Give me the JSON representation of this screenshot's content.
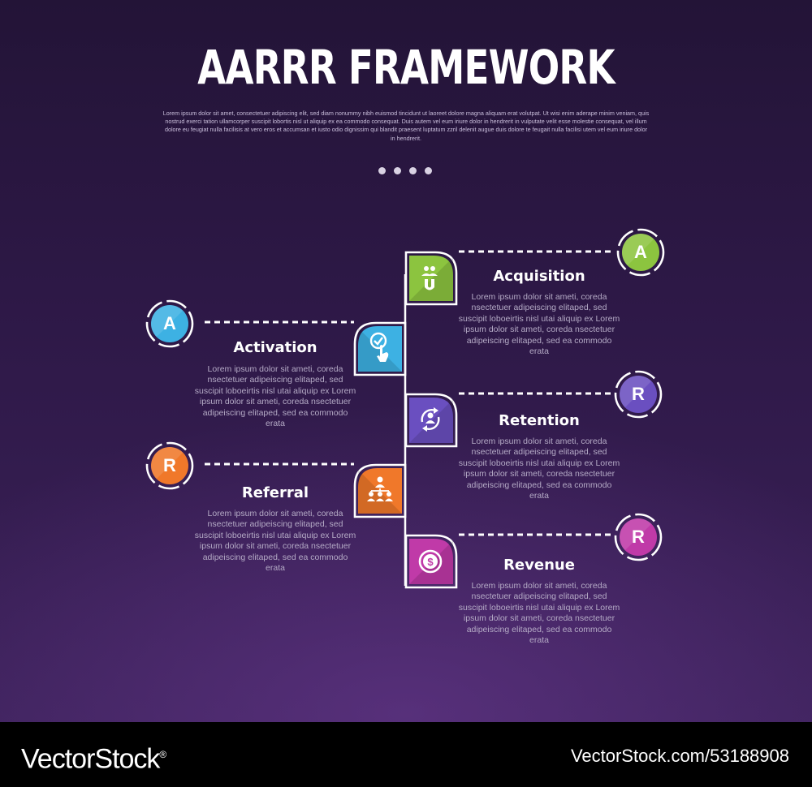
{
  "header": {
    "title": "AARRR FRAMEWORK",
    "subtitle": "Lorem ipsum dolor sit amet, consectetuer adipiscing elit, sed diam nonummy nibh euismod tincidunt ut laoreet dolore magna aliquam erat volutpat. Ut wisi enim aderape minim veniam, quis nostrud exerci tation ullamcorper suscipit lobortis nisl ut aliquip ex ea commodo consequat. Duis autem vel eum iriure dolor in hendrerit in vulputate velit esse molestie consequat, vel illum dolore eu feugiat nulla facilisis at vero eros et accumsan et iusto odio dignissim qui blandit praesent luptatum zzril delenit augue duis dolore te feugait nulla facilisi utem vel eum iriure dolor in hendrerit."
  },
  "stages": [
    {
      "key": "acquisition",
      "letter": "A",
      "title": "Acquisition",
      "body": "Lorem ipsum dolor sit ameti, coreda nsectetuer adipeiscing elitaped, sed suscipit loboeirtis nisl utai aliquip ex Lorem ipsum dolor sit ameti, coreda nsectetuer adipeiscing elitaped, sed ea commodo erata",
      "color": "#8cc43f",
      "icon": "magnet-users-icon"
    },
    {
      "key": "activation",
      "letter": "A",
      "title": "Activation",
      "body": "Lorem ipsum dolor sit ameti, coreda nsectetuer adipeiscing elitaped, sed suscipit loboeirtis nisl utai aliquip ex Lorem ipsum dolor sit ameti, coreda nsectetuer adipeiscing elitaped, sed ea commodo erata",
      "color": "#3db1e3",
      "icon": "touch-check-icon"
    },
    {
      "key": "retention",
      "letter": "R",
      "title": "Retention",
      "body": "Lorem ipsum dolor sit ameti, coreda nsectetuer adipeiscing elitaped, sed suscipit loboeirtis nisl utai aliquip ex Lorem ipsum dolor sit ameti, coreda nsectetuer adipeiscing elitaped, sed ea commodo erata",
      "color": "#6a4fc0",
      "icon": "user-cycle-icon"
    },
    {
      "key": "referral",
      "letter": "R",
      "title": "Referral",
      "body": "Lorem ipsum dolor sit ameti, coreda nsectetuer adipeiscing elitaped, sed suscipit loboeirtis nisl utai aliquip ex Lorem ipsum dolor sit ameti, coreda nsectetuer adipeiscing elitaped, sed ea commodo erata",
      "color": "#f0782a",
      "icon": "network-users-icon"
    },
    {
      "key": "revenue",
      "letter": "R",
      "title": "Revenue",
      "body": "Lorem ipsum dolor sit ameti, coreda nsectetuer adipeiscing elitaped, sed suscipit loboeirtis nisl utai aliquip ex Lorem ipsum dolor sit ameti, coreda nsectetuer adipeiscing elitaped, sed ea commodo erata",
      "color": "#c03aa8",
      "icon": "dollar-coin-icon"
    }
  ],
  "footer": {
    "brand": "VectorStock",
    "brand_registered": "®",
    "image_id": "VectorStock.com/53188908"
  }
}
